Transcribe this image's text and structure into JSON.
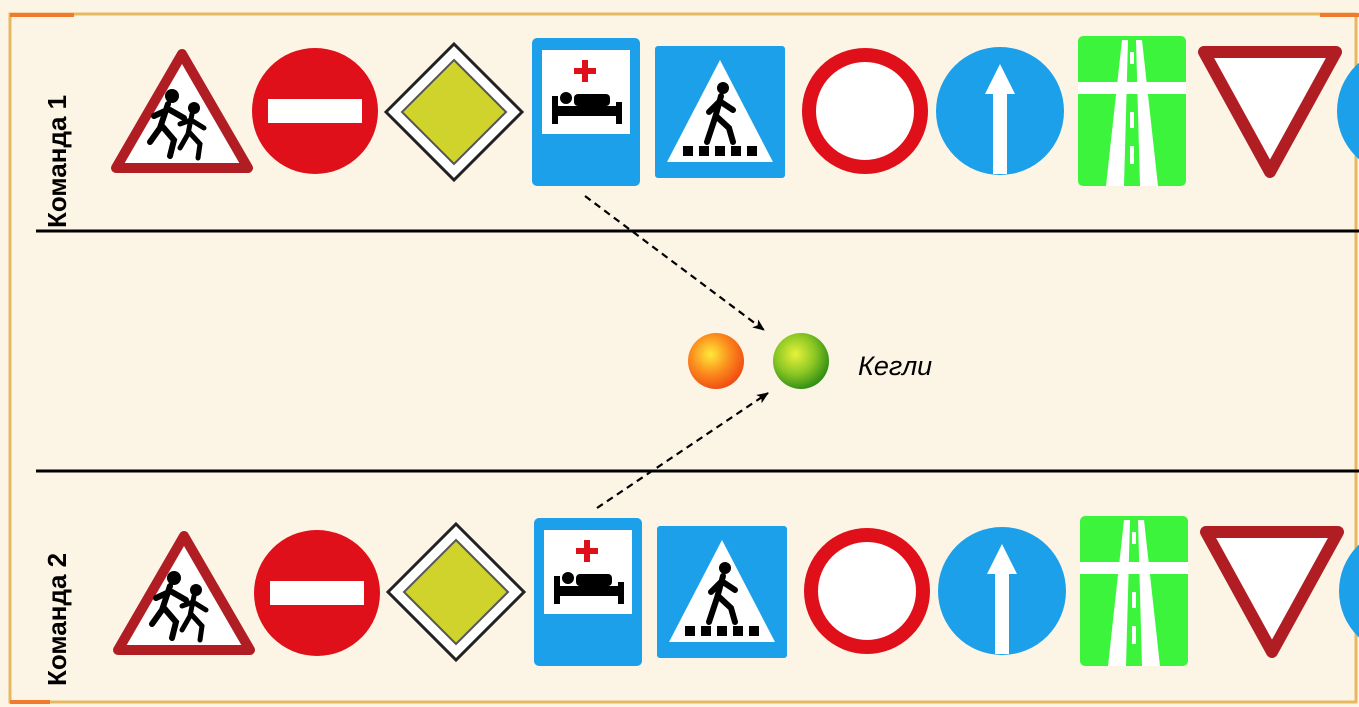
{
  "team1": {
    "label": "Команда 1"
  },
  "team2": {
    "label": "Команда 2"
  },
  "pins": {
    "label": "Кегли"
  },
  "sign_icons": [
    "children-crossing-sign-icon",
    "no-entry-sign-icon",
    "priority-road-sign-icon",
    "hospital-sign-icon",
    "pedestrian-crossing-sign-icon",
    "no-vehicles-sign-icon",
    "straight-only-sign-icon",
    "motorway-sign-icon",
    "give-way-sign-icon",
    "blue-circle-sign-icon"
  ],
  "colors": {
    "background": "#fcf5e6",
    "frame": "#e8b860",
    "frame_corner": "#f07a30",
    "sign_red": "#e0101a",
    "sign_blue": "#1da0ea",
    "sign_green": "#3cf43c",
    "sign_yellow": "#cfd32c",
    "triangle_red": "#b01e24",
    "pin_orange": "#f55a1a",
    "pin_green": "#3c9e18"
  }
}
